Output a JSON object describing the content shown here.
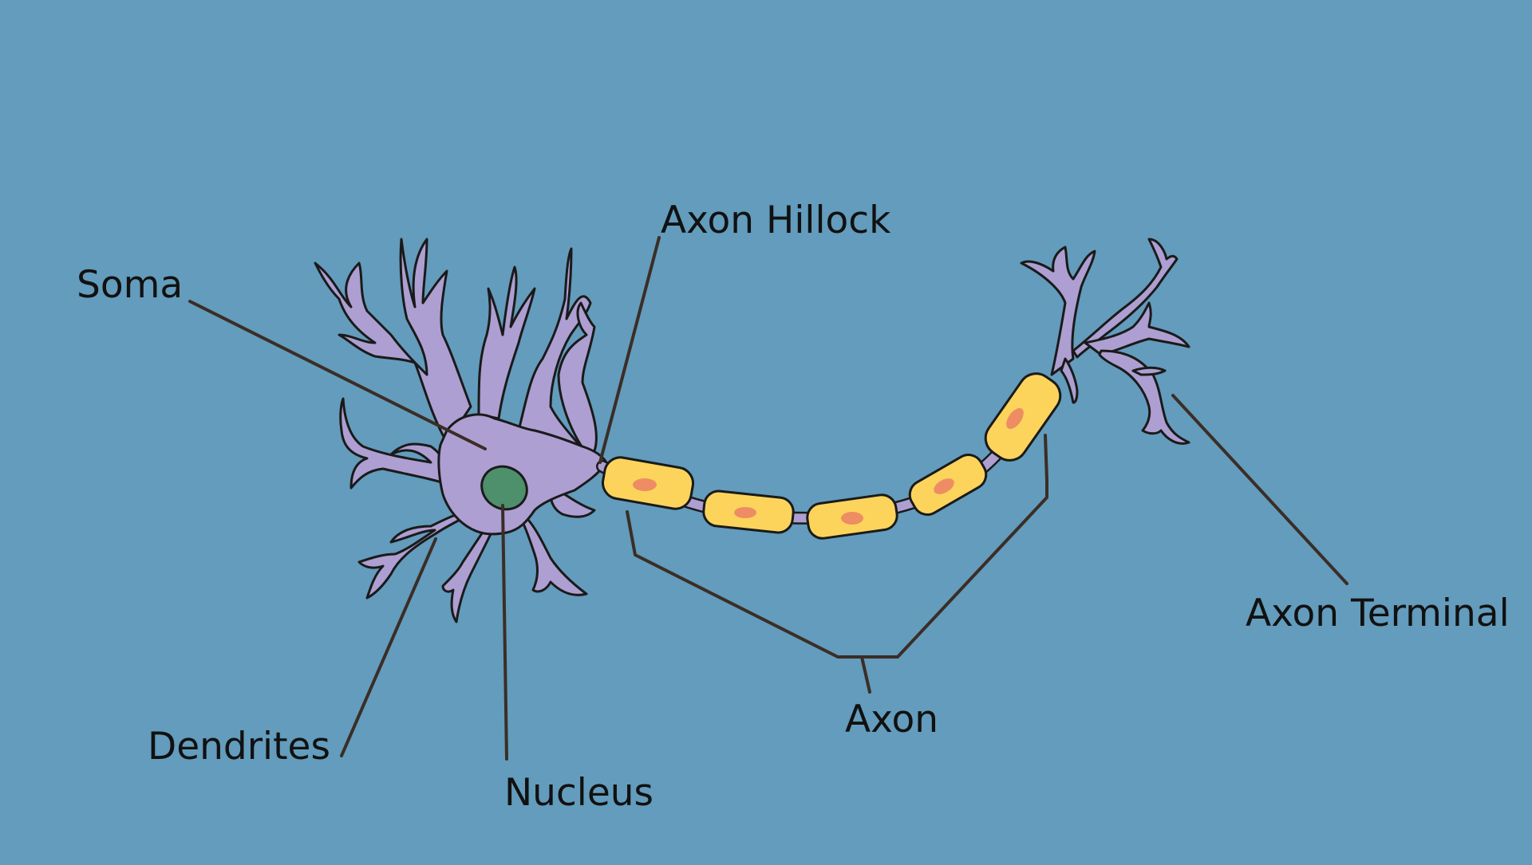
{
  "labels": {
    "soma": "Soma",
    "axon_hillock": "Axon Hillock",
    "dendrites": "Dendrites",
    "nucleus": "Nucleus",
    "axon": "Axon",
    "axon_terminal": "Axon Terminal"
  },
  "colors": {
    "background": "#639cbc",
    "cell_body": "#ad9fd1",
    "nucleus": "#4e8f6c",
    "myelin": "#fcd45c",
    "schwann_nucleus": "#ee8c64",
    "outline": "#1a1a1a",
    "leader_line": "#3b2d26"
  }
}
